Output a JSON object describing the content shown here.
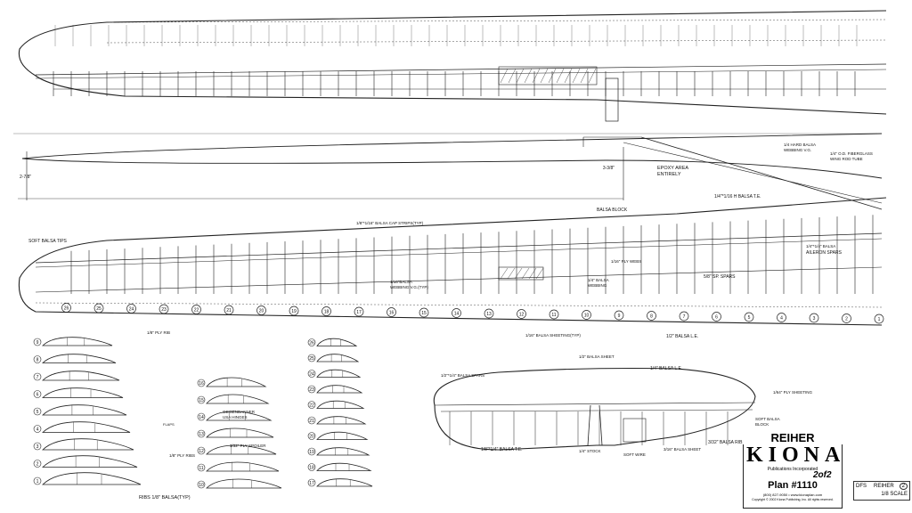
{
  "labels": {
    "dim_top": "3-3/8\"",
    "dim_left": "2-7/8\"",
    "epoxy": [
      "EPOXY AREA",
      "ENTIRELY"
    ],
    "hard_balsa_webbing": [
      "1/4 HARD BALSA",
      "WEBBING V.G."
    ],
    "fiberglass_tube": [
      "1/4\" O.D. FIBERGLASS",
      "WING ROD TUBE"
    ],
    "balsa_te": "1/4\"*1/16 H BALSA T.E.",
    "balsa_block": "BALSA BLOCK",
    "cap_strips": "1/8\"*1/16\" BALSA CAP STRIPS(TYP)",
    "soft_balsa_tips": "SOFT BALSA TIPS",
    "ply_webs": "1/16\" PLY WEBS",
    "balsa_spars": "1/4\"*1/4\" BALSA",
    "aileron_spars": "AILERON SPARS",
    "webbing_typ": [
      "1/16\"BALSA",
      "WEBBING V.G.(TYP)"
    ],
    "balsa_webbing": [
      "1/4\" BALSA",
      "WEBBING"
    ],
    "sp_spars": "5/8\" SP. SPARS",
    "sheeting_typ": "1/16\" BALSA SHEETING(TYP)",
    "balsa_le": "1/2\" BALSA L.E.",
    "ply_rib": "1/8\" PLY RIB",
    "hinges": [
      "GEISENDANNER",
      "USA HINGES"
    ],
    "flaps": "FLAPS",
    "spoiler": "3/32\" PLY SPOILER",
    "ply_ribs": "1/8\" PLY RIBS",
    "ribs_balsa": "RIBS 1/8\" BALSA(TYP)",
    "tail_balsa_sheet": "1/2\" BALSA SHEET",
    "tail_spars": "1/2\"*1/4\" BALSA SPARS",
    "tail_le": "1/4\" BALSA L.E.",
    "ply_sheeting": "1/64\" PLY SHEETING",
    "soft_block": [
      "SOFT BALSA",
      "BLOCK"
    ],
    "tail_ribs": "3/32\" BALSA RIBS",
    "tail_te": "1/8\"*1/4\" BALSA T.E.",
    "stock": "1/4\" STOCK",
    "soft_wire": "SOFT WIRE",
    "sheet_3_16": "3/16\" BALSA SHEET"
  },
  "wing_station_numbers": [
    "1",
    "2",
    "3",
    "4",
    "5",
    "6",
    "7",
    "8",
    "9",
    "10",
    "11",
    "12",
    "13",
    "14",
    "15",
    "16",
    "17",
    "18",
    "19",
    "20",
    "21",
    "22",
    "23",
    "24",
    "25",
    "26"
  ],
  "rib_numbers": {
    "col1": [
      "1",
      "2",
      "3",
      "4",
      "5",
      "6",
      "7",
      "8",
      "9"
    ],
    "col2": [
      "10",
      "11",
      "12",
      "13",
      "14",
      "15",
      "16"
    ],
    "col3": [
      "17",
      "18",
      "19",
      "20",
      "21",
      "22",
      "23",
      "24",
      "25",
      "26"
    ]
  },
  "title_block": {
    "name": "REIHER",
    "brand": "KIONA",
    "brand_tagline": "Publications Incorporated",
    "sheet": "2of2",
    "plan": "Plan #1110",
    "contact": "(800) 827-9050 • www.kionaplan.com",
    "copyright": "Copyright © 2002 Kiona Publishing, Inc. All rights reserved.",
    "drawn_by": "DFS",
    "model": "REIHER",
    "sheet_no": "2",
    "scale": "1/8 SCALE"
  }
}
